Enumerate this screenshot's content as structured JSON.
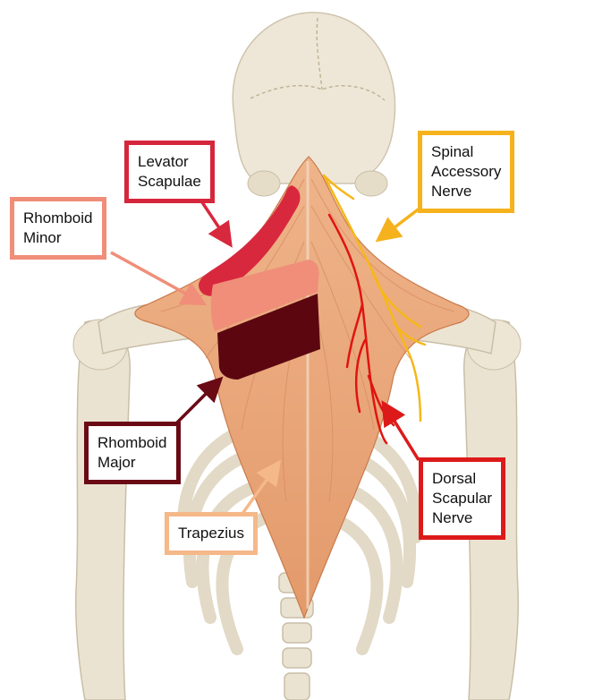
{
  "labels": {
    "levator_scapulae": {
      "lines": [
        "Levator",
        "Scapulae"
      ],
      "color": "#d6263c"
    },
    "rhomboid_minor": {
      "lines": [
        "Rhomboid",
        "Minor"
      ],
      "color": "#f08e79"
    },
    "rhomboid_major": {
      "lines": [
        "Rhomboid",
        "Major"
      ],
      "color": "#6a0a14"
    },
    "trapezius": {
      "lines": [
        "Trapezius"
      ],
      "color": "#f5b889"
    },
    "spinal_accessory_nerve": {
      "lines": [
        "Spinal",
        "Accessory",
        "Nerve"
      ],
      "color": "#f5b21c"
    },
    "dorsal_scapular_nerve": {
      "lines": [
        "Dorsal",
        "Scapular",
        "Nerve"
      ],
      "color": "#dd1a1a"
    }
  },
  "colors": {
    "bone": "#ece4d3",
    "bone_shadow": "#c9bea7",
    "muscle": "#e9a678",
    "muscle_dark": "#d48556",
    "levator_scapulae": "#d8283e",
    "rhomboid_minor": "#f08e79",
    "rhomboid_major": "#5c0710",
    "spinal_accessory_nerve": "#f6b71a",
    "dorsal_scapular_nerve": "#e0140f"
  }
}
